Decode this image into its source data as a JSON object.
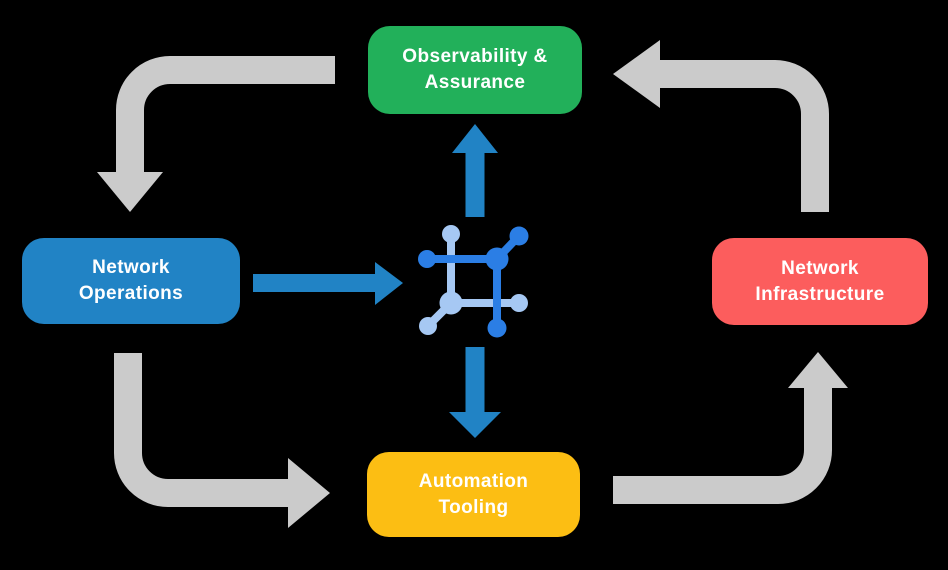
{
  "title": "Network automation cycle diagram",
  "background": "#000000",
  "colors": {
    "arrow_gray": "#CBCBCB",
    "arrow_blue": "#2183C5",
    "icon_dark_blue": "#2B7EE5",
    "icon_light_blue": "#A6C8F3",
    "text": "#FFFFFF"
  },
  "nodes": {
    "observability": {
      "line1": "Observability &",
      "line2": "Assurance",
      "color": "#22B05A"
    },
    "operations": {
      "line1": "Network",
      "line2": "Operations",
      "color": "#2183C5"
    },
    "infrastructure": {
      "line1": "Network",
      "line2": "Infrastructure",
      "color": "#FC5D5D"
    },
    "automation": {
      "line1": "Automation",
      "line2": "Tooling",
      "color": "#FCBE13"
    }
  },
  "center_icon": {
    "name": "network-automation-hub-icon"
  },
  "flows": [
    {
      "from": "Observability & Assurance",
      "to": "Network Operations",
      "style": "gray"
    },
    {
      "from": "Network Operations",
      "to": "Automation Tooling",
      "style": "gray"
    },
    {
      "from": "Automation Tooling",
      "to": "Network Infrastructure",
      "style": "gray"
    },
    {
      "from": "Network Infrastructure",
      "to": "Observability & Assurance",
      "style": "gray"
    },
    {
      "from": "Network Operations",
      "to": "hub",
      "style": "blue"
    },
    {
      "from": "hub",
      "to": "Observability & Assurance",
      "style": "blue"
    },
    {
      "from": "hub",
      "to": "Automation Tooling",
      "style": "blue"
    }
  ]
}
